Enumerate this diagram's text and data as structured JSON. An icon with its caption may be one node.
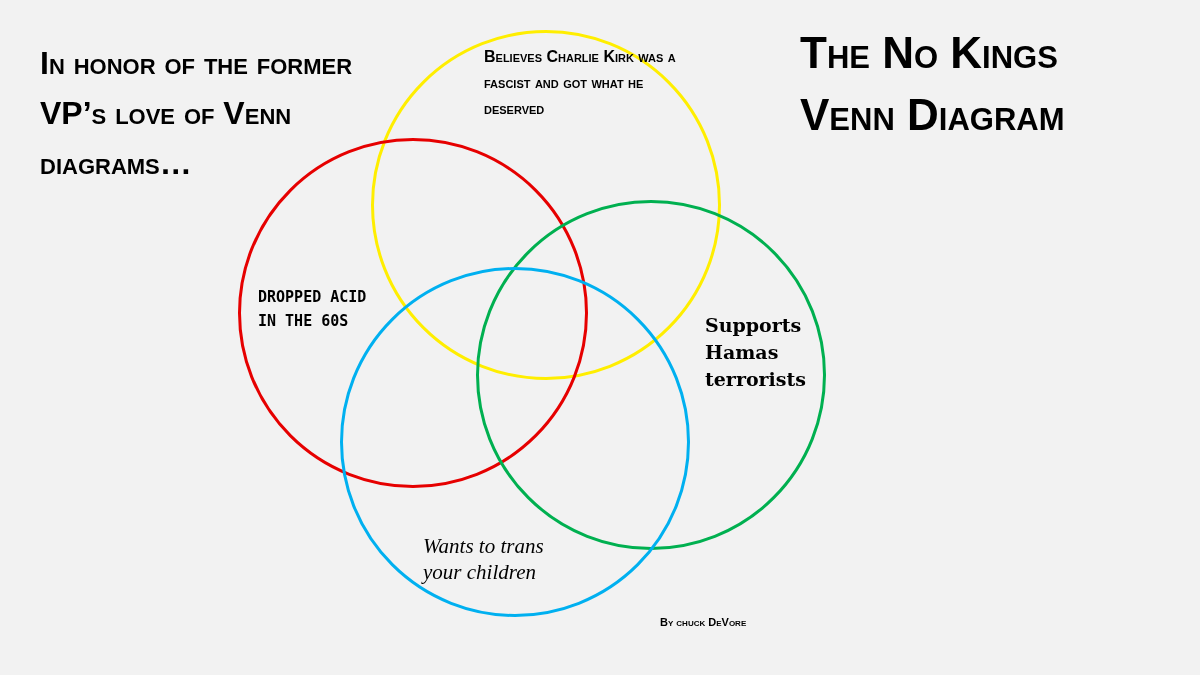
{
  "diagram": {
    "title": "The No Kings Venn Diagram",
    "nodes": [
      {
        "text": [
          "Believes Charlie Kirk was a fascist and got what he deserved"
        ]
      },
      {
        "text": [
          "DROPPED ACID IN THE 60S"
        ]
      },
      {
        "text": [
          "Supports Hamas terrorists"
        ]
      },
      {
        "text": [
          "Wants to trans your children"
        ]
      }
    ],
    "edges": [],
    "labels": [
      "In honor of the former VP’s love of Venn diagrams…",
      "By chuck DeVore"
    ]
  }
}
